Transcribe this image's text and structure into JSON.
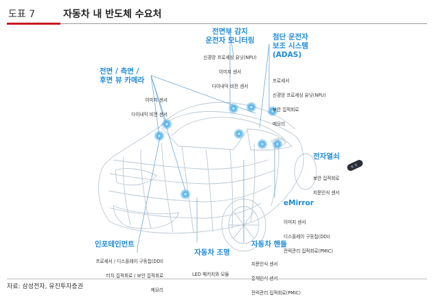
{
  "header": {
    "figure_label": "도표 7",
    "title": "자동차 내 반도체 수요처"
  },
  "groups": {
    "front_camera": {
      "title": "전면부 감지\n운전자 모니터링",
      "items": [
        "신경망 프로세싱 유닛(NPU)",
        "이미지 센서",
        "다이내믹 비전 센서"
      ]
    },
    "adas": {
      "title": "첨단 운전자\n보조 시스템\n(ADAS)",
      "items": [
        "프로세서",
        "신경망 프로세싱 유닛(NPU)",
        "보안 집적회로",
        "메모리"
      ]
    },
    "side_rear_camera": {
      "title": "전면 / 측면 /\n후면 뷰 카메라",
      "items": [
        "이미지 센서",
        "다이내믹 비전 센서"
      ]
    },
    "smart_key": {
      "title": "전자열쇠",
      "items": [
        "보안 집적회로",
        "지문인식 센서"
      ]
    },
    "emirror": {
      "title": "eMirror",
      "items": [
        "이미지 센서",
        "디스플레이 구동칩(DDI)",
        "전력관리 집적회로(PMIC)"
      ]
    },
    "infotainment": {
      "title": "인포테인먼트",
      "items": [
        "프로세서 / 디스플레이 구동칩(DDI)",
        "터치 집적회로 / 보안 집적회로",
        "메모리"
      ]
    },
    "lighting": {
      "title": "자동차 조명",
      "items": [
        "LED 패키지와 모듈"
      ]
    },
    "steering": {
      "title": "자동차 핸들",
      "items": [
        "지문인식 센서",
        "홍채인식 센서",
        "전력관리 집적회로(PMIC)"
      ]
    }
  },
  "footer": {
    "source": "자료: 삼성전자, 유진투자증권"
  },
  "colors": {
    "accent_red": "#c8161d",
    "accent_blue": "#1e8bd6",
    "wireframe": "#b9c6d2"
  }
}
